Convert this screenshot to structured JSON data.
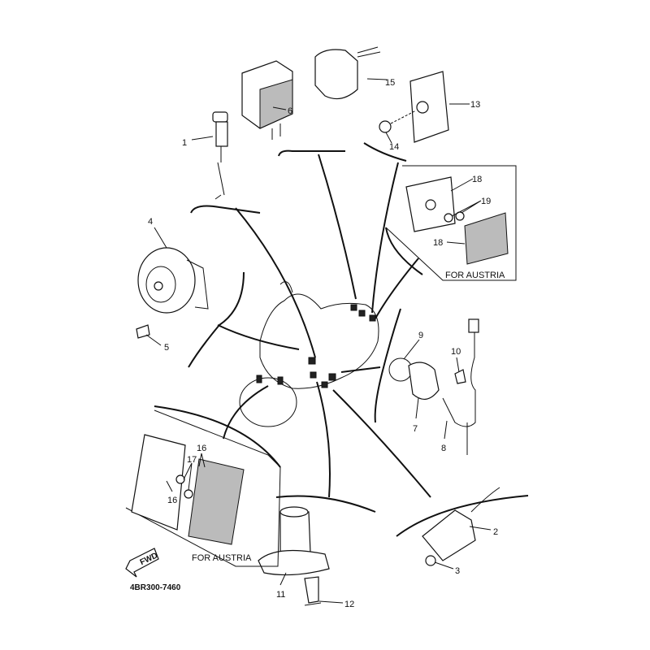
{
  "diagram": {
    "code": "4BR300-7460",
    "fwd_label": "FWD",
    "notes": [
      "FOR AUSTRIA",
      "FOR AUSTRIA"
    ],
    "callouts": {
      "p1": "1",
      "p2": "2",
      "p3": "3",
      "p4": "4",
      "p5": "5",
      "p6": "6",
      "p7": "7",
      "p8": "8",
      "p9": "9",
      "p10": "10",
      "p11": "11",
      "p12": "12",
      "p13": "13",
      "p14": "14",
      "p15": "15",
      "p16a": "16",
      "p16b": "16",
      "p17": "17",
      "p18a": "18",
      "p18b": "18",
      "p19": "19"
    }
  }
}
